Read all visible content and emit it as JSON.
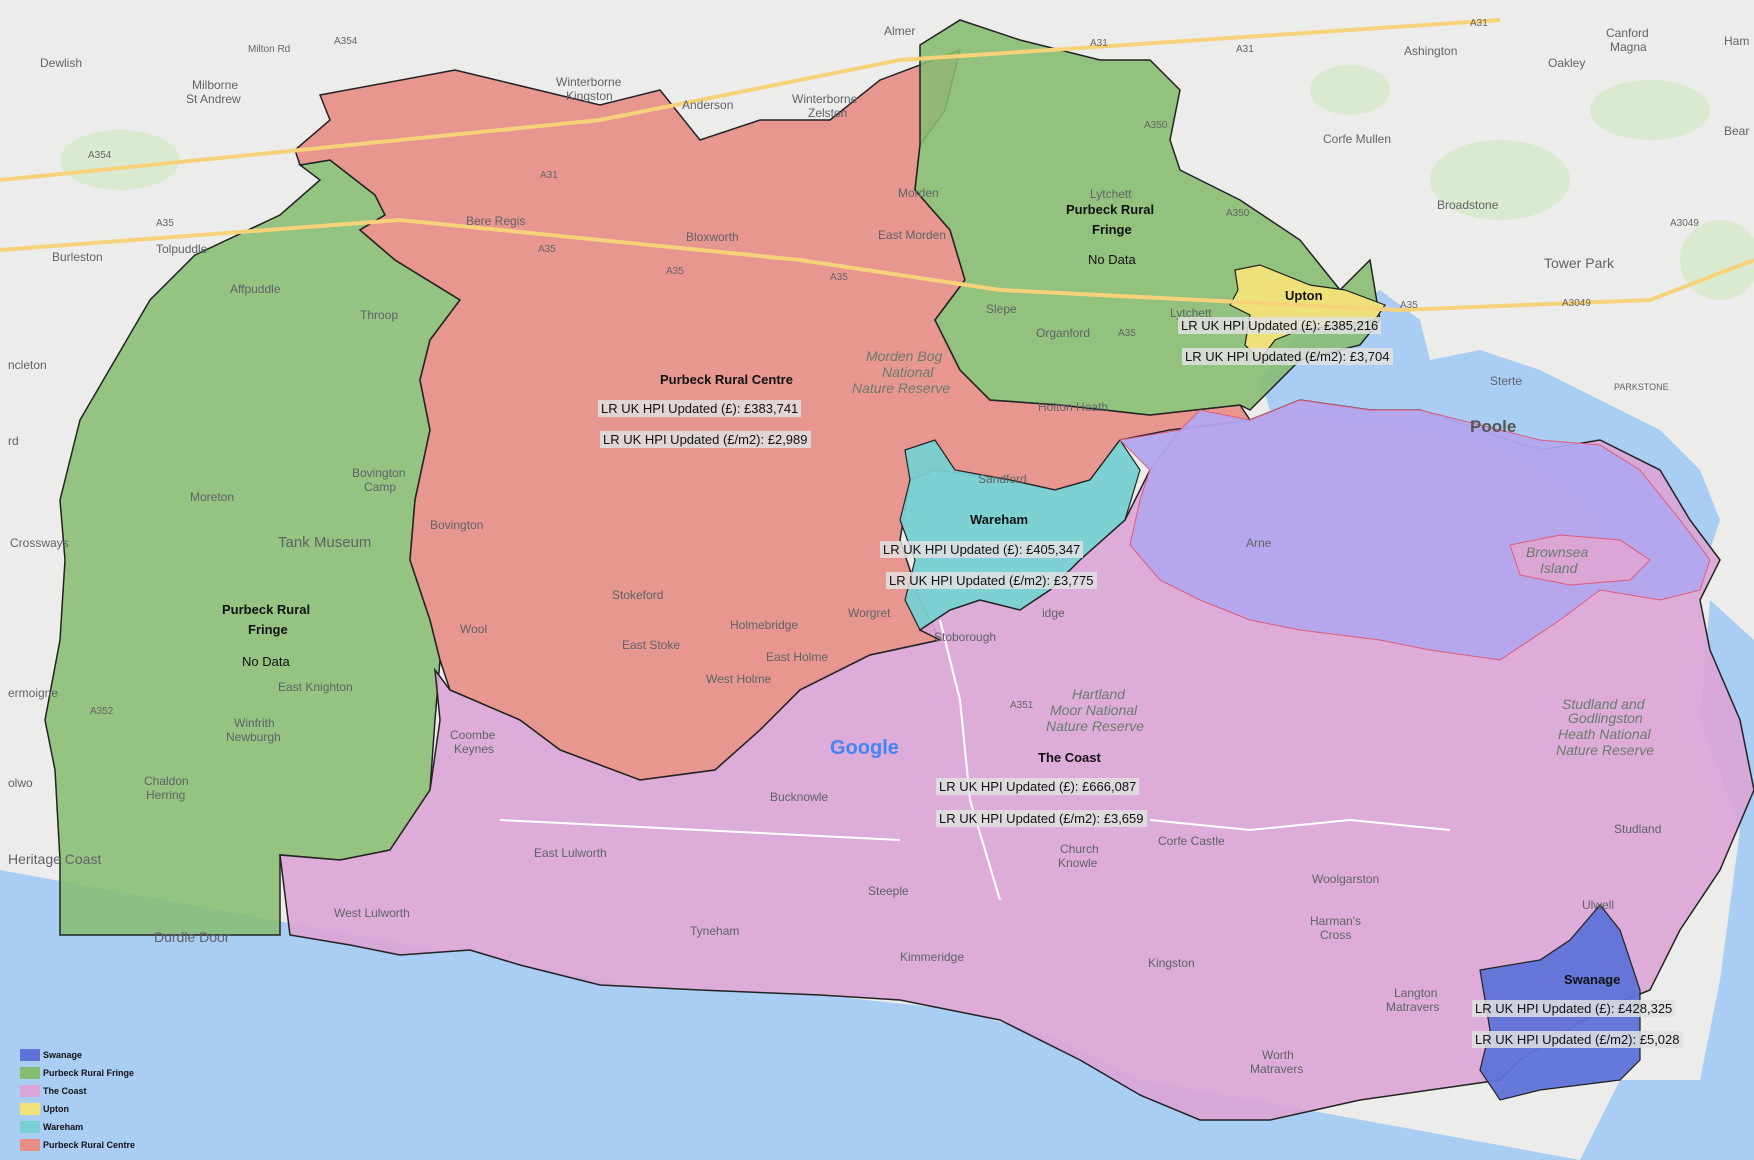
{
  "colors": {
    "swanage": "#5f72d8",
    "purbeck_rural_fringe": "#86bc6f",
    "the_coast": "#dba6d6",
    "upton": "#f2e37a",
    "wareham": "#78d0d2",
    "purbeck_rural_centre": "#e88e86",
    "sea": "#a9cdf3",
    "harbour": "#b3a6ee"
  },
  "areas": {
    "purbeck_rural_centre": {
      "name": "Purbeck Rural Centre",
      "hpi": "LR UK HPI Updated (£):  £383,741",
      "hpi_m2": "LR UK HPI Updated (£/m2): £2,989"
    },
    "fringe_west": {
      "name_1": "Purbeck Rural",
      "name_2": "Fringe",
      "note": "No Data"
    },
    "fringe_north": {
      "name_1": "Purbeck Rural",
      "name_2": "Fringe",
      "note": "No Data"
    },
    "upton": {
      "name": "Upton",
      "hpi": "LR UK HPI Updated (£):  £385,216",
      "hpi_m2": "LR UK HPI Updated (£/m2): £3,704"
    },
    "wareham": {
      "name": "Wareham",
      "hpi": "LR UK HPI Updated (£): £405,347",
      "hpi_m2": "LR UK HPI Updated (£/m2): £3,775"
    },
    "the_coast": {
      "name": "The Coast",
      "hpi": "LR UK HPI Updated (£): £666,087",
      "hpi_m2": "LR UK HPI Updated (£/m2): £3,659"
    },
    "swanage": {
      "name": "Swanage",
      "hpi": "LR UK HPI Updated (£): £428,325",
      "hpi_m2": "LR UK HPI Updated (£/m2): £5,028"
    }
  },
  "legend": [
    {
      "label": "Swanage",
      "color": "#5f72d8"
    },
    {
      "label": "Purbeck Rural Fringe",
      "color": "#86bc6f"
    },
    {
      "label": "The Coast",
      "color": "#dba6d6"
    },
    {
      "label": "Upton",
      "color": "#f2e37a"
    },
    {
      "label": "Wareham",
      "color": "#78d0d2"
    },
    {
      "label": "Purbeck Rural Centre",
      "color": "#e88e86"
    }
  ],
  "places": {
    "dewlish": "Dewlish",
    "milborne": "Milborne",
    "st_andrew": "St Andrew",
    "winterborne": "Winterborne",
    "kingston": "Kingston",
    "anderson": "Anderson",
    "winterborne2": "Winterborne",
    "zelston": "Zelston",
    "almer": "Almer",
    "ashington": "Ashington",
    "canford": "Canford",
    "magna": "Magna",
    "oakley": "Oakley",
    "ham": "Ham",
    "bear": "Bear",
    "corfe_mullen": "Corfe Mullen",
    "broadstone": "Broadstone",
    "tower_park": "Tower Park",
    "morden": "Morden",
    "east_morden": "East Morden",
    "lytchett": "Lytchett",
    "bere_regis": "Bere Regis",
    "bloxworth": "Bloxworth",
    "burleston": "Burleston",
    "tolpuddle": "Tolpuddle",
    "affpuddle": "Affpuddle",
    "throop": "Throop",
    "ncleton": "ncleton",
    "rd": "rd",
    "slepe": "Slepe",
    "organford": "Organford",
    "lytchett2": "Lytchett",
    "sterte": "Sterte",
    "parkstone": "PARKSTONE",
    "poole": "Poole",
    "morden_bog": "Morden Bog",
    "national": "National",
    "nature_reserve": "Nature Reserve",
    "holton_heath": "Holton Heath",
    "bovington_camp_1": "Bovington",
    "bovington_camp_2": "Camp",
    "moreton": "Moreton",
    "bovington": "Bovington",
    "tank_museum": "Tank Museum",
    "crossways": "Crossways",
    "sandford": "Sandford",
    "arne": "Arne",
    "brownsea_1": "Brownsea",
    "brownsea_2": "Island",
    "stokeford": "Stokeford",
    "wool": "Wool",
    "east_stoke": "East Stoke",
    "holmebridge": "Holmebridge",
    "worgret": "Worgret",
    "east_holme": "East Holme",
    "west_holme": "West Holme",
    "ridge": "idge",
    "stoborough": "Stoborough",
    "east_knighton": "East Knighton",
    "ermoigne": "ermoigne",
    "winfrith_1": "Winfrith",
    "winfrith_2": "Newburgh",
    "coombe_1": "Coombe",
    "coombe_2": "Keynes",
    "chaldon_1": "Chaldon",
    "chaldon_2": "Herring",
    "olwo": "olwo",
    "hartland_1": "Hartland",
    "hartland_2": "Moor National",
    "hartland_3": "Nature Reserve",
    "studland_nr_1": "Studland and",
    "studland_nr_2": "Godlingston",
    "studland_nr_3": "Heath National",
    "studland_nr_4": "Nature Reserve",
    "bucknowle": "Bucknowle",
    "studland": "Studland",
    "heritage_coast": "Heritage Coast",
    "east_lulworth": "East Lulworth",
    "corfe_castle": "Corfe Castle",
    "church_1": "Church",
    "church_2": "Knowle",
    "steeple": "Steeple",
    "woolgarston": "Woolgarston",
    "west_lulworth": "West Lulworth",
    "ulwell": "Ulwell",
    "durdle_door": "Durdle Door",
    "tyneham": "Tyneham",
    "harmans_1": "Harman's",
    "harmans_2": "Cross",
    "kimmeridge": "Kimmeridge",
    "kingston2": "Kingston",
    "langton_1": "Langton",
    "langton_2": "Matravers",
    "worth_1": "Worth",
    "worth_2": "Matravers"
  },
  "roads": {
    "a354": "A354",
    "a354b": "A354",
    "milton_rd": "Milton Rd",
    "a31": "A31",
    "a31b": "A31",
    "a31c": "A31",
    "a31d": "A31",
    "a35": "A35",
    "a35b": "A35",
    "a35c": "A35",
    "a35d": "A35",
    "a35e": "A35",
    "a350": "A350",
    "a350b": "A350",
    "a3049": "A3049",
    "a3049b": "A3049",
    "a352": "A352",
    "a351": "A351",
    "a35f": "A35"
  },
  "google_logo": "Google"
}
